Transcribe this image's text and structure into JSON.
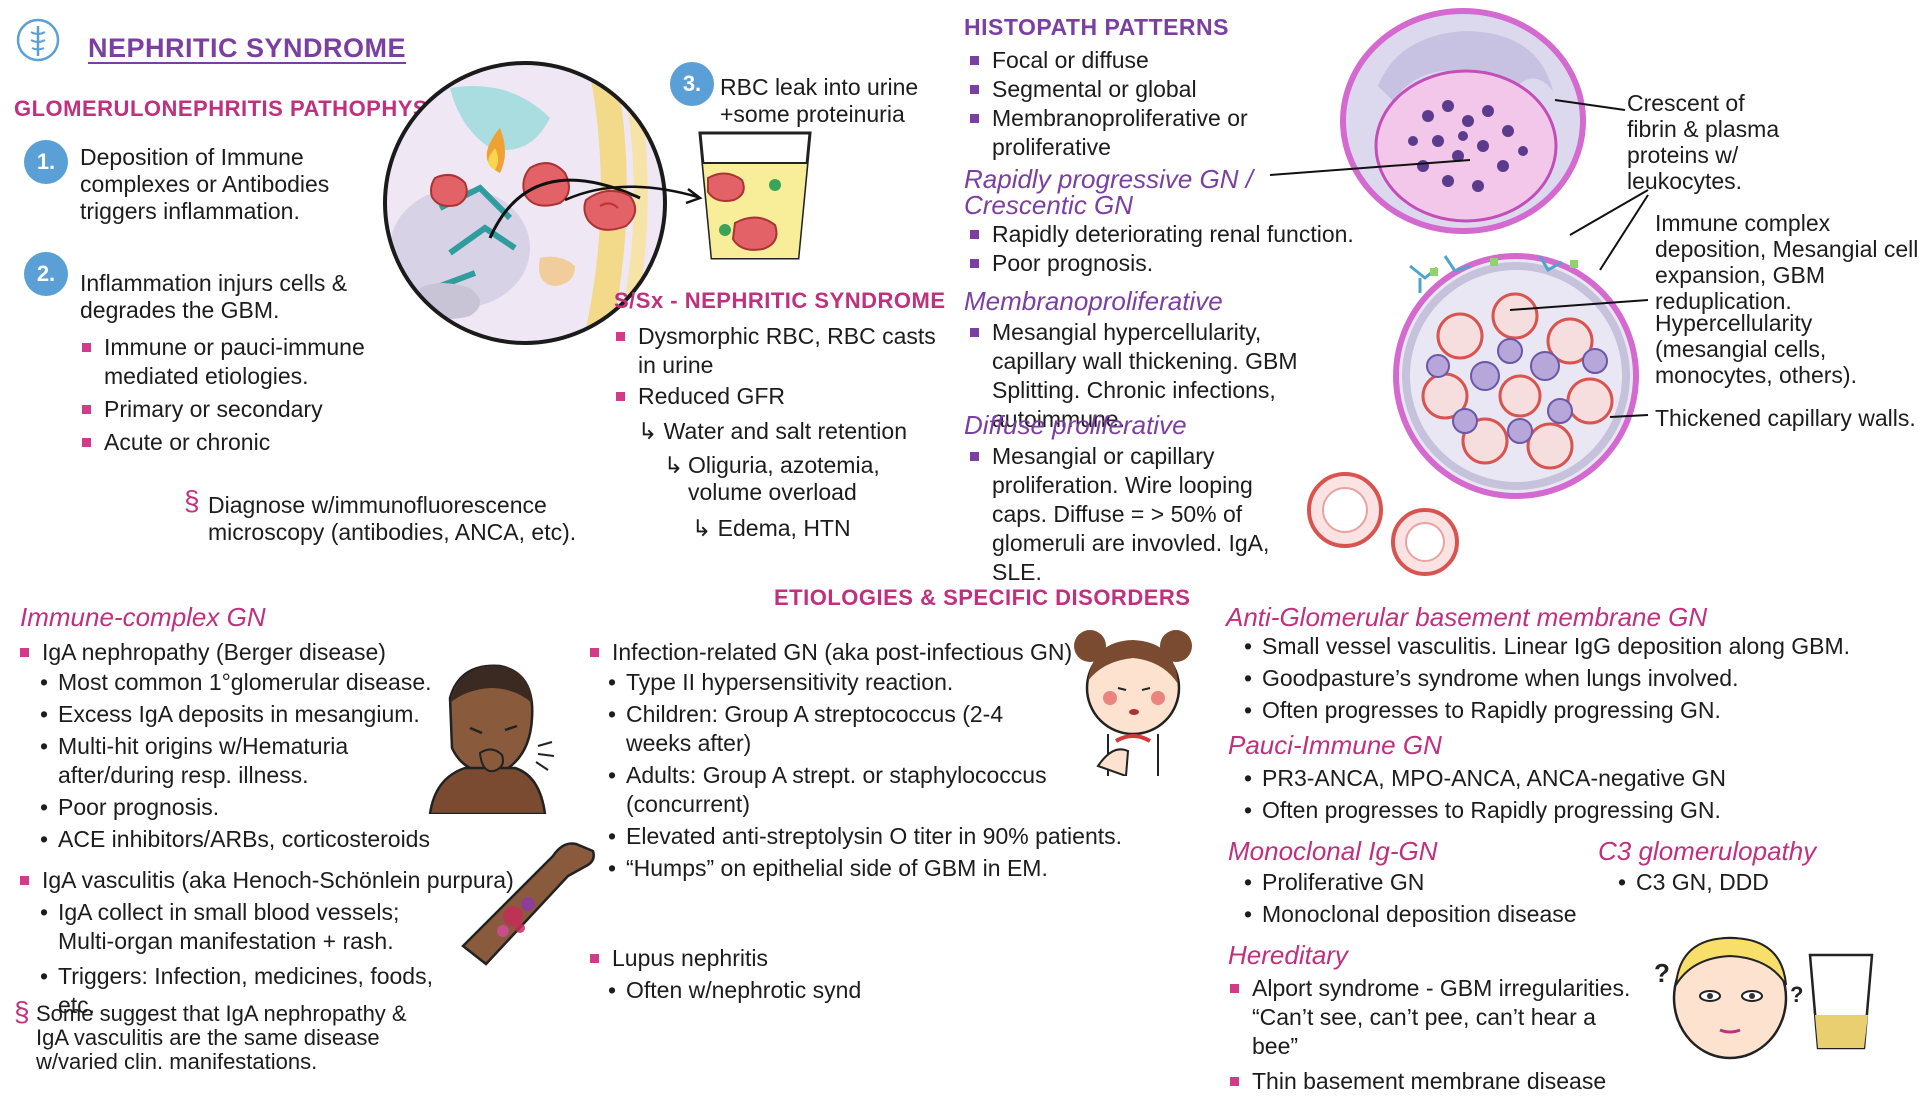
{
  "title": "NEPHRITIC SYNDROME",
  "pathophys": {
    "heading": "GLOMERULONEPHRITIS PATHOPHYS.",
    "step1_num": "1.",
    "step1_text": "Deposition of Immune complexes or Antibodies triggers inflammation.",
    "step2_num": "2.",
    "step2_text": "Inflammation injurs cells & degrades the GBM.",
    "step2_bullets": [
      "Immune or pauci-immune mediated etiologies.",
      "Primary or secondary",
      "Acute or chronic"
    ],
    "step3_num": "3.",
    "step3_text": "RBC leak into urine +some proteinuria",
    "diagnose": "Diagnose w/immunofluorescence microscopy (antibodies, ANCA, etc)."
  },
  "ssx": {
    "heading": "S/Sx - NEPHRITIC SYNDROME",
    "bullet1": "Dysmorphic RBC, RBC casts in urine",
    "bullet2": "Reduced GFR",
    "arrow1": "Water and salt retention",
    "arrow2": "Oliguria, azotemia, volume overload",
    "arrow3": "Edema, HTN"
  },
  "histopath": {
    "heading": "HISTOPATH PATTERNS",
    "bullets": [
      "Focal or diffuse",
      "Segmental or global",
      "Membranoproliferative or proliferative"
    ],
    "rpgn_title": "Rapidly progressive GN / Crescentic GN",
    "rpgn_bullets": [
      "Rapidly deteriorating renal function.",
      "Poor prognosis."
    ],
    "mp_title": "Membranoproliferative",
    "mp_bullet": "Mesangial hypercellularity, capillary wall thickening. GBM Splitting. Chronic infections, autoimmune.",
    "dp_title": "Diffuse proliferative",
    "dp_bullet": "Mesangial or capillary proliferation. Wire looping caps. Diffuse = > 50% of glomeruli are invovled.  IgA, SLE."
  },
  "labels": {
    "crescent": "Crescent of fibrin & plasma proteins w/ leukocytes.",
    "immune": "Immune complex deposition, Mesangial cell expansion, GBM reduplication.",
    "hyper": "Hypercellularity (mesangial cells, monocytes, others).",
    "thick": "Thickened capillary walls."
  },
  "etiologies": {
    "heading": "ETIOLOGIES & SPECIFIC DISORDERS",
    "immune_title": "Immune-complex GN",
    "iga_title": "IgA nephropathy (Berger disease)",
    "iga_bullets": [
      "Most common 1°glomerular disease.",
      "Excess IgA deposits in mesangium.",
      "Multi-hit origins w/Hematuria after/during resp. illness.",
      "Poor prognosis.",
      "ACE inhibitors/ARBs, corticosteroids"
    ],
    "igav_title": "IgA vasculitis (aka Henoch-Schönlein purpura)",
    "igav_bullets": [
      "IgA collect in small blood vessels; Multi-organ manifestation + rash.",
      "Triggers: Infection, medicines, foods, etc."
    ],
    "suggest": "Some suggest that IgA nephropathy & IgA vasculitis are the same disease w/varied clin. manifestations.",
    "infection_title": "Infection-related GN (aka post-infectious GN)",
    "infection_bullets": [
      "Type II hypersensitivity reaction.",
      "Children: Group A streptococcus (2-4 weeks after)",
      "Adults: Group A strept. or staphylococcus (concurrent)",
      "Elevated anti-streptolysin O titer in 90% patients.",
      "“Humps” on epithelial side of GBM in EM."
    ],
    "lupus_title": "Lupus nephritis",
    "lupus_bullets": [
      "Often w/nephrotic synd"
    ],
    "antigbm_title": "Anti-Glomerular basement membrane GN",
    "antigbm_bullets": [
      "Small vessel vasculitis. Linear IgG deposition along GBM.",
      "Goodpasture’s syndrome when lungs involved.",
      "Often progresses to Rapidly progressing GN."
    ],
    "pauci_title": "Pauci-Immune GN",
    "pauci_bullets": [
      "PR3-ANCA, MPO-ANCA, ANCA-negative GN",
      "Often progresses to Rapidly progressing GN."
    ],
    "mono_title": "Monoclonal Ig-GN",
    "mono_bullets": [
      "Proliferative GN",
      "Monoclonal deposition disease"
    ],
    "c3_title": "C3 glomerulopathy",
    "c3_bullets": [
      "C3 GN, DDD"
    ],
    "hered_title": "Hereditary",
    "hered_bullets": [
      "Alport syndrome - GBM irregularities. “Can’t see, can’t pee, can’t hear a bee”",
      "Thin basement membrane disease"
    ]
  },
  "colors": {
    "pink": "#c0307e",
    "purple": "#7b3fa2",
    "blue": "#5a9fd6"
  },
  "icons": [
    "caduceus-icon",
    "glomerulus-illustration",
    "urine-cup-icon",
    "crescent-glomerulus-illustration",
    "hypercellular-glomerulus-illustration",
    "coughing-person-illustration",
    "rash-arm-illustration",
    "sore-throat-child-illustration",
    "confused-person-illustration"
  ]
}
